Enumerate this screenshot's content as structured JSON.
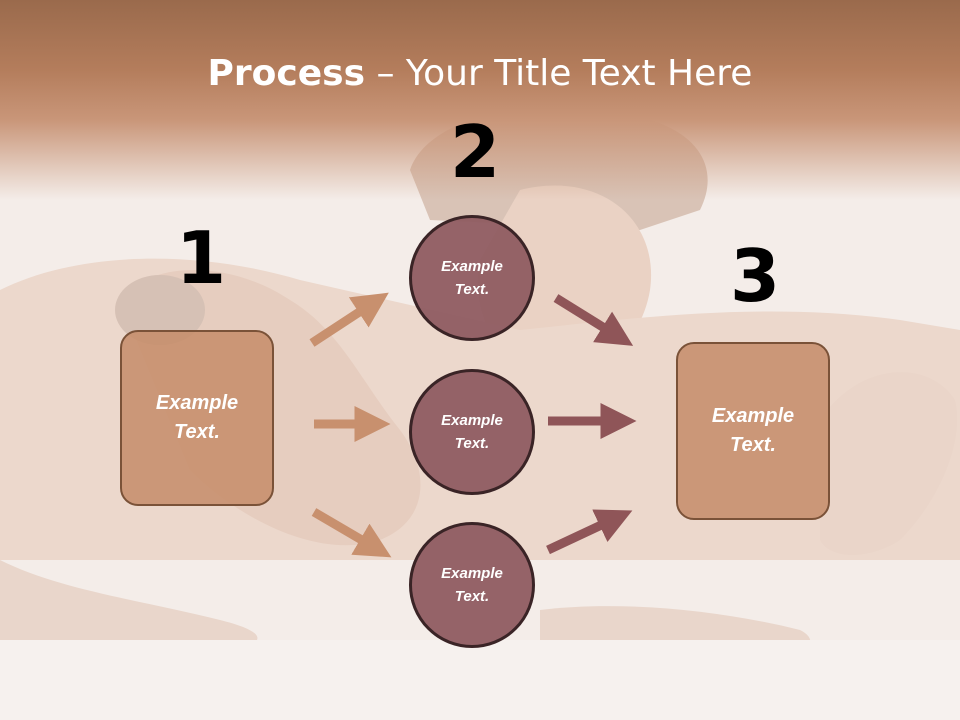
{
  "title": {
    "bold": "Process",
    "rest": " – Your Title Text Here"
  },
  "numbers": [
    "1",
    "2",
    "3"
  ],
  "boxes": [
    {
      "text": "Example\nText."
    },
    {
      "text": "Example\nText."
    }
  ],
  "circles": [
    {
      "text": "Example\nText."
    },
    {
      "text": "Example\nText."
    },
    {
      "text": "Example\nText."
    }
  ],
  "colors": {
    "box_fill": "#c68c68",
    "circle_fill": "#8f5c61",
    "arrow_light": "#c8906e",
    "arrow_dark": "#8f5558"
  }
}
